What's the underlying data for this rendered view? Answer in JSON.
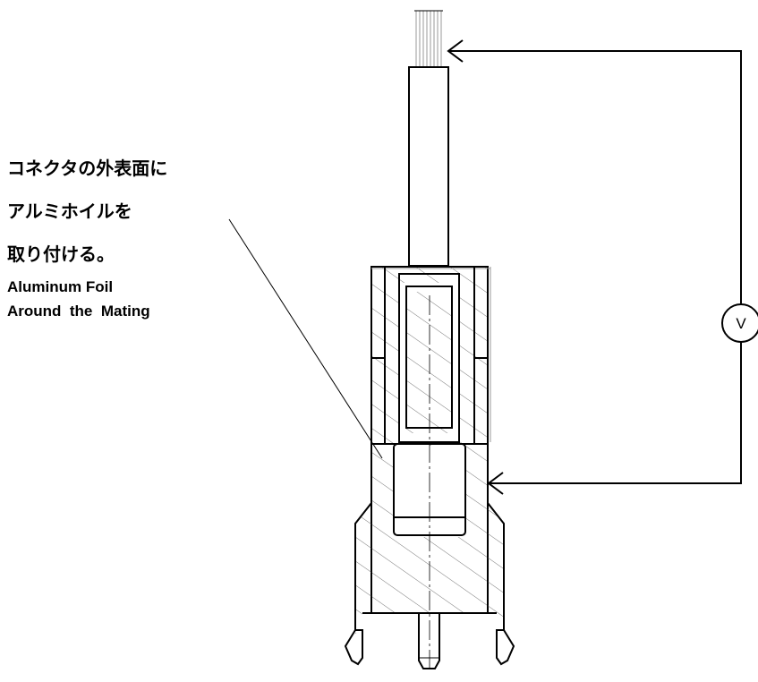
{
  "annotation": {
    "jp_lines": [
      "コネクタの外表面に",
      "アルミホイルを",
      "取り付ける。"
    ],
    "en_lines": [
      "Aluminum Foil",
      "Around  the  Mating"
    ]
  },
  "meter": {
    "label": "V",
    "icon": "voltmeter-icon"
  }
}
